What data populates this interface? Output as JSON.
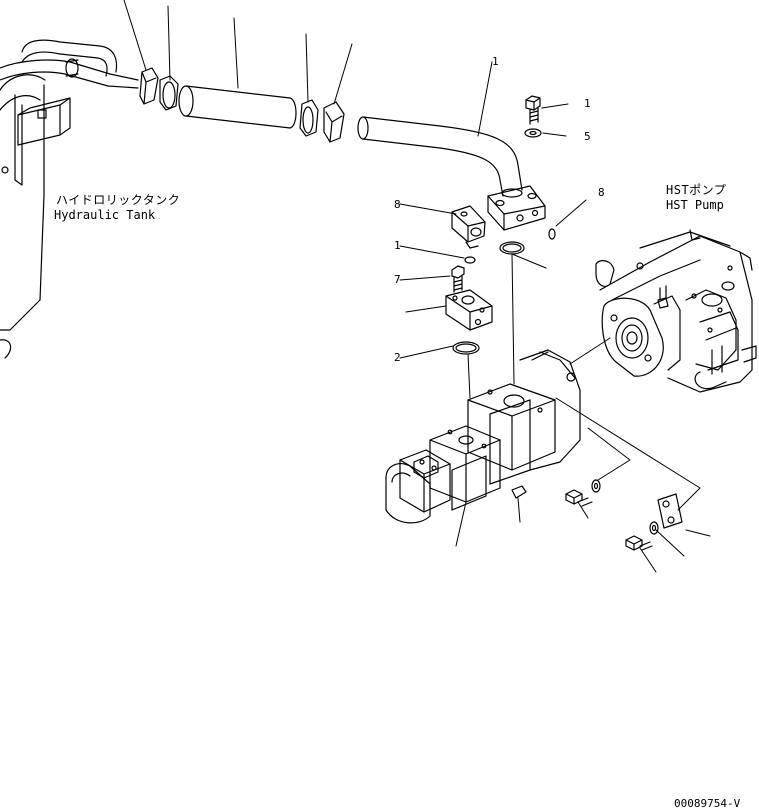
{
  "labels": {
    "tank_ja": "ハイドロリックタンク",
    "tank_en": "Hydraulic Tank",
    "pump_ja": "HSTポンプ",
    "pump_en": "HST Pump",
    "drawing_code": "00089754-V"
  },
  "callouts": {
    "c1": "1",
    "c2": "1",
    "c3": "5",
    "c4": "8",
    "c5": "8",
    "c6": "1",
    "c7": "7",
    "c8": "2"
  }
}
